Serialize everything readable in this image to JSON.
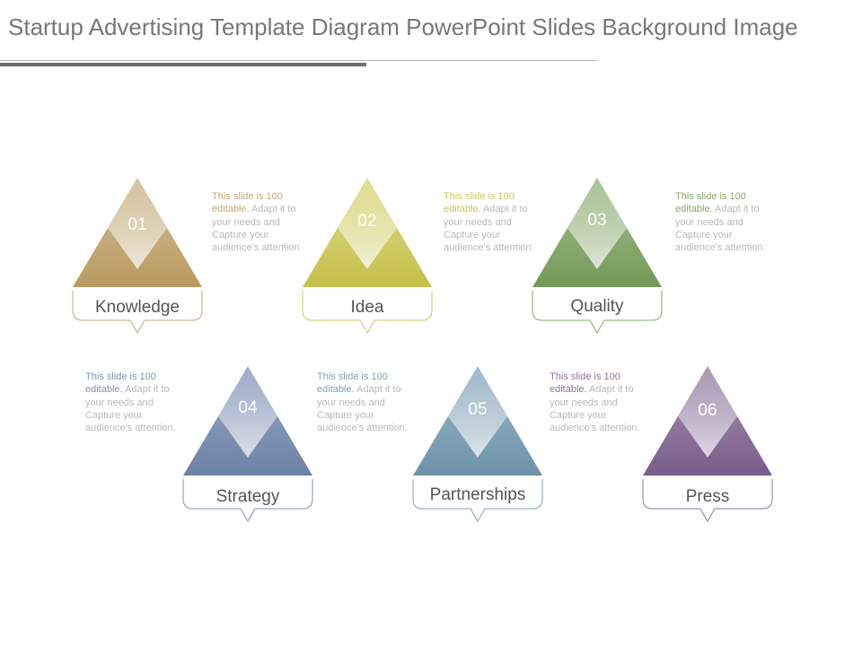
{
  "title": "Startup Advertising Template Diagram PowerPoint Slides Background Image",
  "items": [
    {
      "number": "01",
      "label": "Knowledge",
      "desc_lead": "This slide is 100 editable.",
      "desc_rest": " Adapt it to your needs and Capture your audience's attention.",
      "color_top": "#d2c09a",
      "color_bottom": "#b9995f",
      "accent": "#c6a874"
    },
    {
      "number": "02",
      "label": "Idea",
      "desc_lead": "This slide is 100 editable.",
      "desc_rest": " Adapt it to your needs and Capture your audience's attention.",
      "color_top": "#dedb8a",
      "color_bottom": "#c5c04a",
      "accent": "#cfc65a"
    },
    {
      "number": "03",
      "label": "Quality",
      "desc_lead": "This slide is 100 editable.",
      "desc_rest": " Adapt it to your needs and Capture your audience's attention.",
      "color_top": "#a4c08e",
      "color_bottom": "#739a57",
      "accent": "#85a969"
    },
    {
      "number": "04",
      "label": "Strategy",
      "desc_lead": "This slide is 100 editable.",
      "desc_rest": " Adapt it to your needs and Capture your audience's attention.",
      "color_top": "#98a9c6",
      "color_bottom": "#6c82a6",
      "accent": "#7f93b4"
    },
    {
      "number": "05",
      "label": "Partnerships",
      "desc_lead": "This slide is 100 editable.",
      "desc_rest": " Adapt it to your needs and Capture your audience's attention.",
      "color_top": "#9bb7c7",
      "color_bottom": "#6d93a8",
      "accent": "#7fa1b4"
    },
    {
      "number": "06",
      "label": "Press",
      "desc_lead": "This slide is 100 editable.",
      "desc_rest": " Adapt it to your needs and Capture your audience's attention.",
      "color_top": "#a692b3",
      "color_bottom": "#7a5d8a",
      "accent": "#8d769c"
    }
  ]
}
